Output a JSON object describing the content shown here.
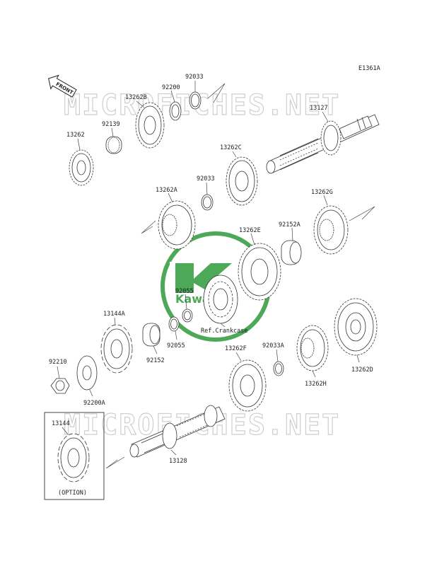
{
  "diagram_code": "E1361A",
  "front_label": "FRONT",
  "watermark": "MICROFICHES.NET",
  "brand": "Kawasaki",
  "ref_note": "Ref.Crankcase",
  "option_note": "(OPTION)",
  "part_numbers": {
    "p92033_top": "92033",
    "p92200": "92200",
    "p13262B": "13262B",
    "p13127": "13127",
    "p13262": "13262",
    "p92139": "92139",
    "p13262C": "13262C",
    "p92033_mid": "92033",
    "p13262A": "13262A",
    "p13262G": "13262G",
    "p92152A": "92152A",
    "p13262E": "13262E",
    "p92055_a": "92055",
    "p13144A": "13144A",
    "p92055_b": "92055",
    "p92152": "92152",
    "p92210": "92210",
    "p92200A": "92200A",
    "p13262F": "13262F",
    "p92033A": "92033A",
    "p13262H": "13262H",
    "p13262D": "13262D",
    "p13144": "13144",
    "p13128": "13128"
  },
  "colors": {
    "line": "#333333",
    "watermark_green": "#2f9a3a",
    "watermark_gray": "#cfcfcf"
  }
}
